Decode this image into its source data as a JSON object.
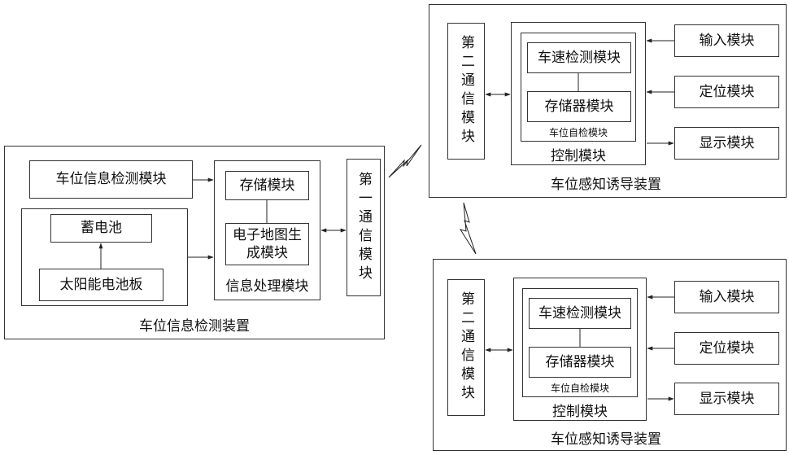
{
  "detector": {
    "title": "车位信息检测装置",
    "detect_module": "车位信息检测模块",
    "battery": "蓄电池",
    "solar_panel": "太阳能电池板",
    "processing": {
      "title": "信息处理模块",
      "storage": "存储模块",
      "map_gen": "电子地图生成模块"
    },
    "comm1": "第一通信模块"
  },
  "guidance_devices": [
    {
      "title": "车位感知诱导装置",
      "comm2": "第二通信模块",
      "control": {
        "title": "控制模块",
        "speed_detect": "车速检测模块",
        "memory": "存储器模块",
        "self_check": "车位自检模块"
      },
      "input": "输入模块",
      "locate": "定位模块",
      "display": "显示模块"
    },
    {
      "title": "车位感知诱导装置",
      "comm2": "第二通信模块",
      "control": {
        "title": "控制模块",
        "speed_detect": "车速检测模块",
        "memory": "存储器模块",
        "self_check": "车位自检模块"
      },
      "input": "输入模块",
      "locate": "定位模块",
      "display": "显示模块"
    }
  ]
}
